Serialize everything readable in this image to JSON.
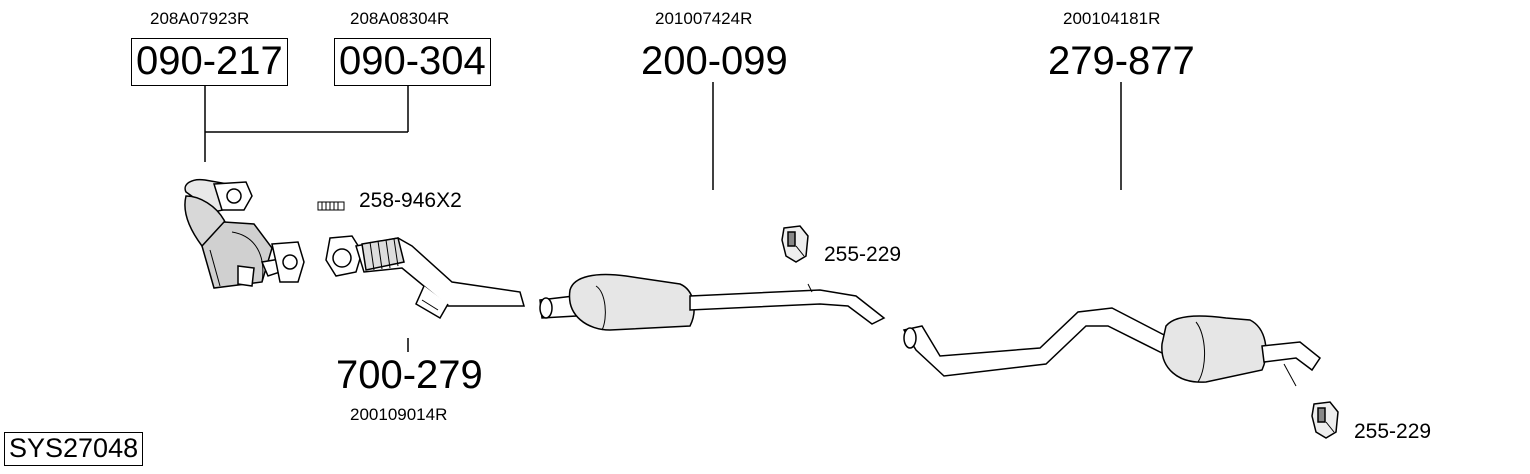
{
  "diagram": {
    "system_code": "SYS27048",
    "parts": [
      {
        "part_number": "090-217",
        "reference": "208A07923R"
      },
      {
        "part_number": "090-304",
        "reference": "208A08304R"
      },
      {
        "part_number": "200-099",
        "reference": "201007424R"
      },
      {
        "part_number": "279-877",
        "reference": "200104181R"
      },
      {
        "part_number": "700-279",
        "reference": "200109014R"
      }
    ],
    "accessories": [
      {
        "label": "258-946X2",
        "icon": "gasket-strip-icon"
      },
      {
        "label": "255-229",
        "icon": "rubber-hanger-icon"
      },
      {
        "label": "255-229",
        "icon": "rubber-hanger-icon"
      }
    ]
  }
}
